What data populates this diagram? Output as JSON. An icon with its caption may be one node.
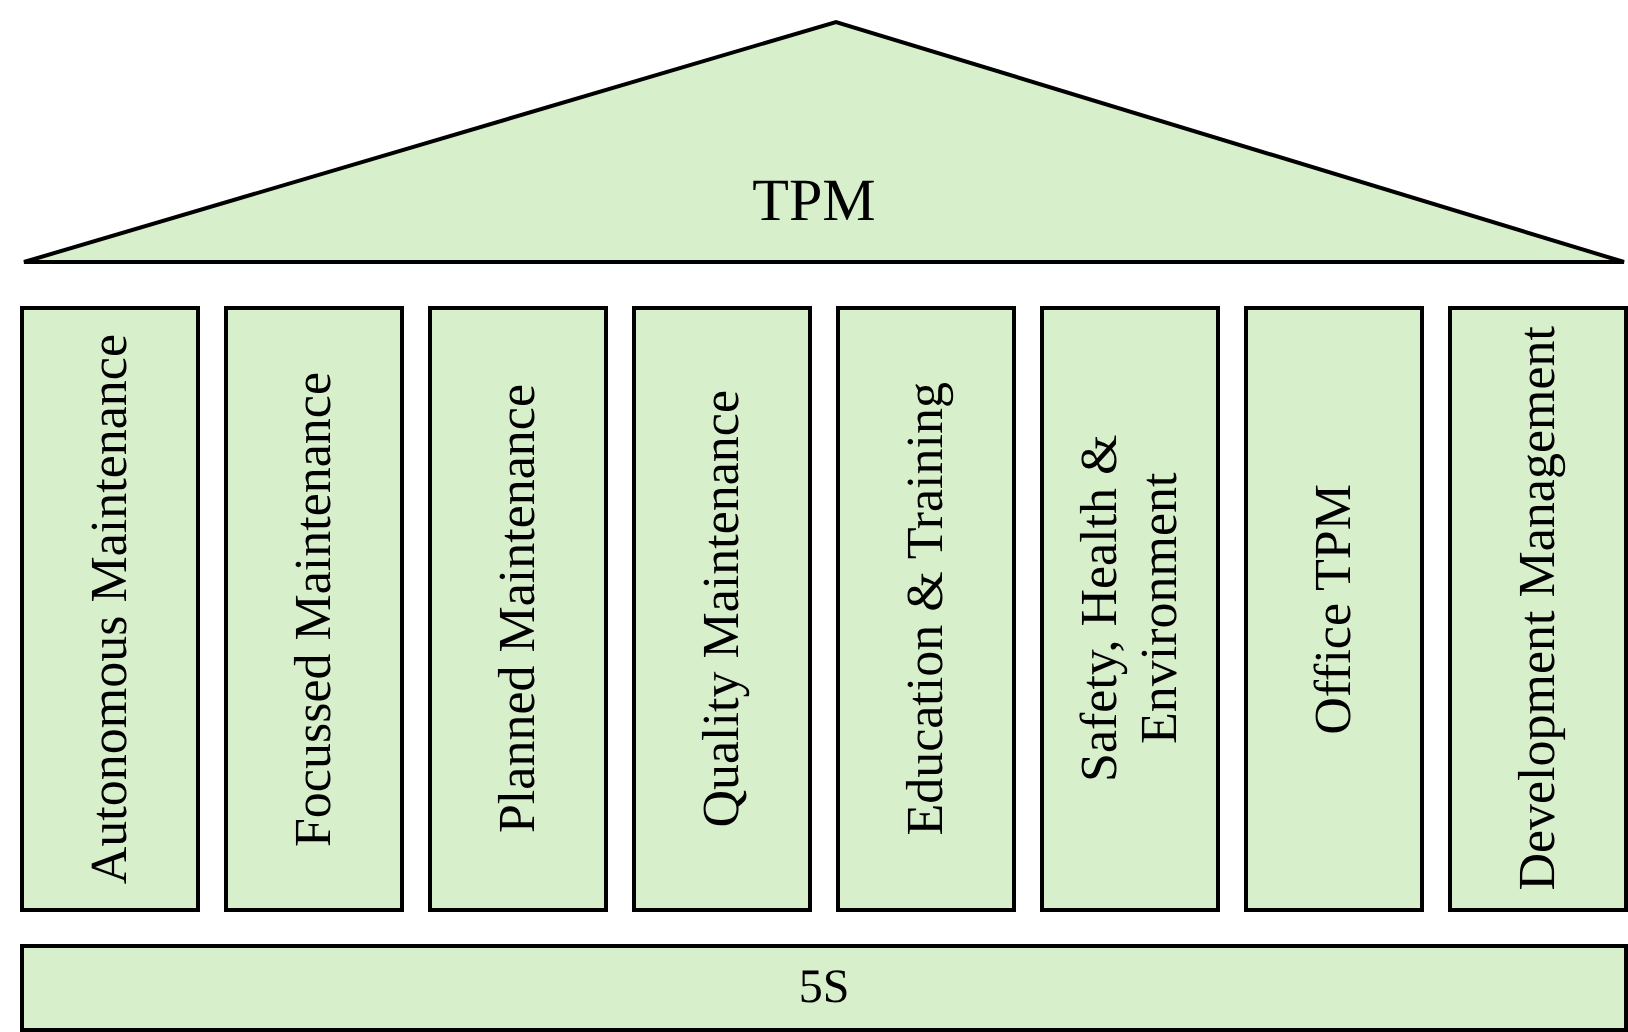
{
  "diagram": {
    "nodes": [
      {
        "text": [
          "TPM"
        ]
      },
      {
        "text": [
          "Autonomous Maintenance"
        ]
      },
      {
        "text": [
          "Focussed Maintenance"
        ]
      },
      {
        "text": [
          "Planned Maintenance"
        ]
      },
      {
        "text": [
          "Quality Maintenance"
        ]
      },
      {
        "text": [
          "Education & Training"
        ]
      },
      {
        "text": [
          "Safety, Health & Environment"
        ]
      },
      {
        "text": [
          "Office TPM"
        ]
      },
      {
        "text": [
          "Development Management"
        ]
      },
      {
        "text": [
          "5S"
        ]
      }
    ]
  }
}
